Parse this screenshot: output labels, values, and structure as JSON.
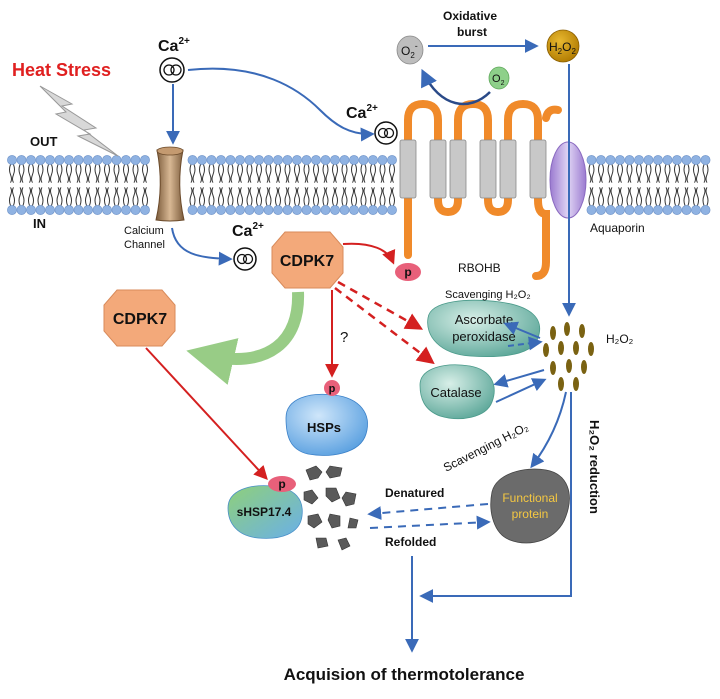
{
  "labels": {
    "heat_stress": "Heat Stress",
    "out": "OUT",
    "in": "IN",
    "calcium_channel_line1": "Calcium",
    "calcium_channel_line2": "Channel",
    "ca_base": "Ca",
    "ca_sup": "2+",
    "oxidative_line1": "Oxidative",
    "oxidative_line2": "burst",
    "superoxide_base": "O",
    "superoxide_sub": "2",
    "superoxide_sup": "-",
    "o2_base": "O",
    "o2_sub": "2",
    "h2o2_h": "H",
    "h2o2_2a": "2",
    "h2o2_o": "O",
    "h2o2_2b": "2",
    "h2o2_text": "H₂O₂",
    "rbohb": "RBOHB",
    "aquaporin": "Aquaporin",
    "cdpk7": "CDPK7",
    "phospho": "p",
    "question": "?",
    "scavenging": "Scavenging H₂O₂",
    "ascorbate_line1": "Ascorbate",
    "ascorbate_line2": "peroxidase",
    "catalase": "Catalase",
    "hsps": "HSPs",
    "shsp": "sHSP17.4",
    "denatured": "Denatured",
    "refolded": "Refolded",
    "functional_line1": "Functional",
    "functional_line2": "protein",
    "h2o2_reduction": "H₂O₂ reduction",
    "outcome": "Acquision of thermotolerance"
  },
  "colors": {
    "heat_stress": "#e02020",
    "blue_arrow": "#3a6ab8",
    "red_arrow": "#d42020",
    "cdpk7_fill": "#f3a97a",
    "membrane_head": "#8fb2e2",
    "rbohb_loop": "#f08a2a",
    "helix": "#c8c8c8",
    "h2o2_circle": "#c8940a",
    "droplet": "#7a6212",
    "enzyme_fill": "#6fb8a8",
    "hsp_fill": "#7ab8e8",
    "functional_fill": "#6b6b6b",
    "functional_text": "#f5c842",
    "phospho_fill": "#e8607a",
    "green_arrow": "#8dc77a"
  }
}
